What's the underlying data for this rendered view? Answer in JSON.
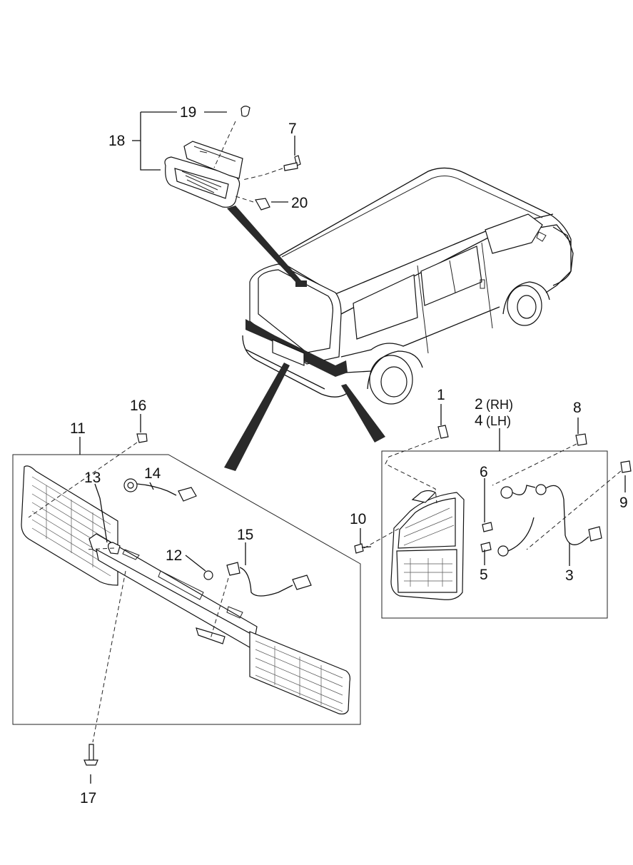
{
  "labels": {
    "p1": "1",
    "p2": "2",
    "p2_side": "(RH)",
    "p3": "3",
    "p4": "4",
    "p4_side": "(LH)",
    "p5": "5",
    "p6": "6",
    "p7": "7",
    "p8": "8",
    "p9": "9",
    "p10": "10",
    "p11": "11",
    "p12": "12",
    "p13": "13",
    "p14": "14",
    "p15": "15",
    "p16": "16",
    "p17": "17",
    "p18": "18",
    "p19": "19",
    "p20": "20"
  }
}
